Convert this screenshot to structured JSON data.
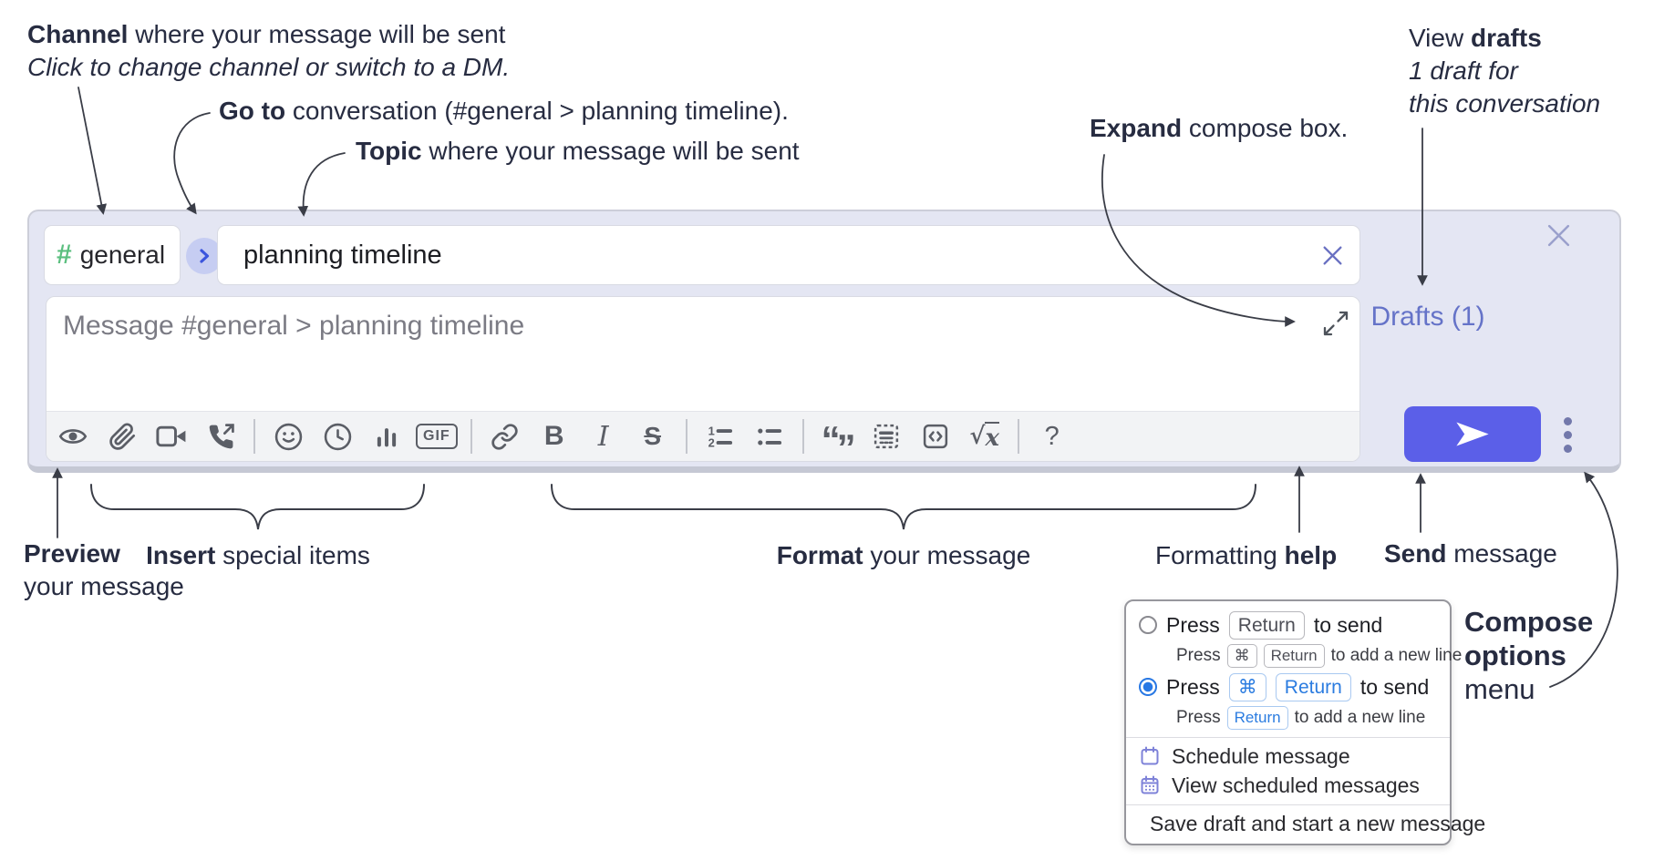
{
  "annotations": {
    "channel": {
      "bold": "Channel",
      "rest": " where your message will be sent",
      "line2": "Click to change channel or switch to a DM."
    },
    "goto": {
      "bold": "Go to",
      "rest": " conversation (#general > planning timeline)."
    },
    "topic": {
      "bold": "Topic",
      "rest": " where your message will be sent"
    },
    "expand": {
      "bold": "Expand",
      "rest": " compose box."
    },
    "view_drafts": {
      "pre": "View ",
      "bold": "drafts",
      "line2": "1 draft for",
      "line3": "this conversation"
    },
    "preview": {
      "bold": "Preview",
      "line2": "your message"
    },
    "insert": {
      "bold": "Insert",
      "rest": " special items"
    },
    "format": {
      "bold": "Format",
      "rest": " your message"
    },
    "formatting_help": {
      "pre": "Formatting ",
      "bold": "help"
    },
    "send": {
      "bold": "Send",
      "rest": " message"
    },
    "compose_options": {
      "line1": "Compose",
      "line2": "options",
      "line3": "menu"
    }
  },
  "compose": {
    "channel": {
      "hash": "#",
      "name": "general"
    },
    "topic_value": "planning timeline",
    "message_placeholder": "Message #general > planning timeline",
    "drafts_label": "Drafts (1)",
    "toolbar": {
      "gif": "GIF",
      "bold": "B",
      "italic": "I",
      "strike": "S",
      "num1": "1",
      "num2": "2",
      "quote_open": "“",
      "quote_close": "”",
      "sqrt": "√",
      "x": "x",
      "help": "?"
    }
  },
  "menu": {
    "option1": {
      "pre": "Press",
      "key": "Return",
      "post": "to send",
      "sub_pre": "Press",
      "sub_key1": "⌘",
      "sub_key2": "Return",
      "sub_post": "to add a new line"
    },
    "option2": {
      "pre": "Press",
      "key1": "⌘",
      "key2": "Return",
      "post": "to send",
      "sub_pre": "Press",
      "sub_key": "Return",
      "sub_post": "to add a new line"
    },
    "schedule": "Schedule message",
    "view_scheduled": "View scheduled messages",
    "save_draft": "Save draft and start a new message"
  },
  "colors": {
    "send_button": "#5b5fe8",
    "drafts_link": "#6573c8",
    "menu_accent_blue": "#2b7ce0",
    "menu_icon_purple": "#7e82d8",
    "channel_hash_green": "#5bbf7f",
    "compose_bg": "#e4e6f3"
  }
}
